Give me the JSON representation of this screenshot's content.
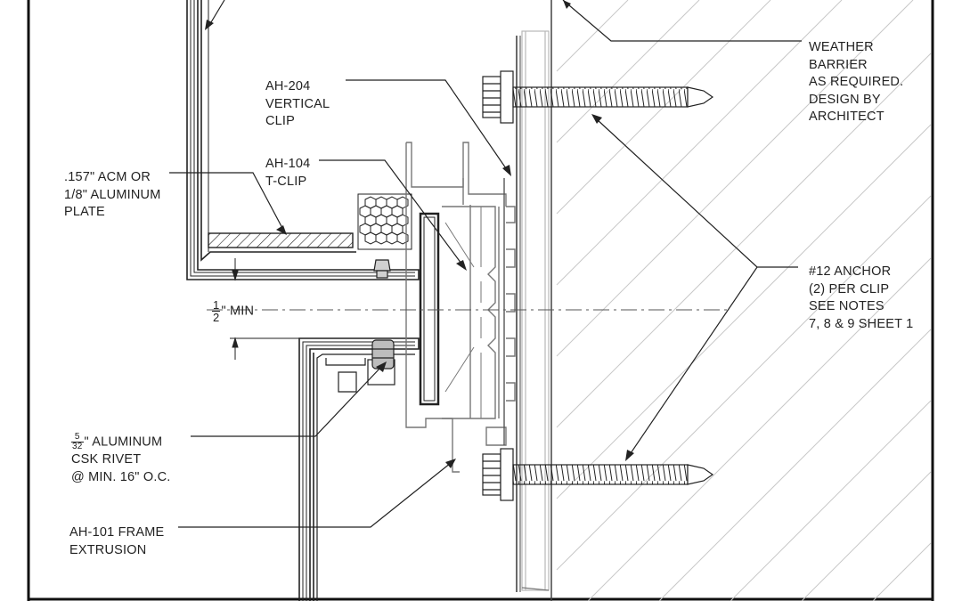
{
  "labels": {
    "weather_barrier": [
      "WEATHER",
      "BARRIER",
      "AS REQUIRED.",
      "DESIGN BY",
      "ARCHITECT"
    ],
    "vertical_clip": [
      "AH-204",
      "VERTICAL",
      "CLIP"
    ],
    "acm_plate": [
      ".157\" ACM OR",
      "1/8\" ALUMINUM",
      "PLATE"
    ],
    "t_clip": [
      "AH-104",
      "T-CLIP"
    ],
    "anchor": [
      "#12 ANCHOR",
      "(2) PER CLIP",
      "SEE NOTES",
      "7, 8 & 9 SHEET 1"
    ],
    "min_gap": {
      "num": "1",
      "den": "2",
      "text": "\" MIN"
    },
    "rivet": {
      "num": "5",
      "den": "32",
      "lines": [
        "\" ALUMINUM",
        "CSK RIVET",
        "@ MIN. 16\" O.C."
      ]
    },
    "frame_extrusion": [
      "AH-101 FRAME",
      "EXTRUSION"
    ]
  },
  "colors": {
    "line": "#222222",
    "wall_hatch": "#c8c8c8",
    "barrier": "#b8b8b8",
    "fill_gray": "#8c8c8c"
  }
}
